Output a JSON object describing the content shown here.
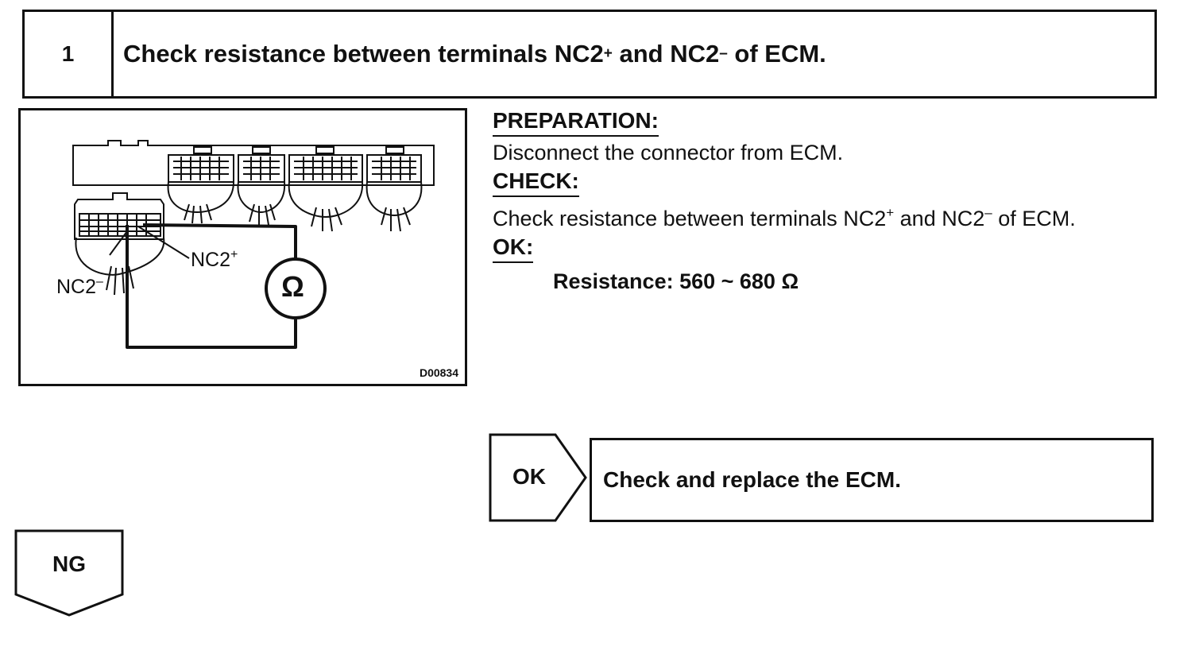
{
  "step": {
    "number": "1",
    "title_part1": "Check resistance between terminals NC2",
    "title_sup_plus": "+",
    "title_part2": " and NC2",
    "title_sup_minus": "–",
    "title_part3": " of ECM."
  },
  "diagram": {
    "label_nc2_plus": "NC2",
    "label_nc2_plus_sup": "+",
    "label_nc2_minus": "NC2",
    "label_nc2_minus_sup": "–",
    "meter_symbol": "Ω",
    "figure_id": "D00834"
  },
  "instructions": {
    "preparation_heading": "PREPARATION:",
    "preparation_text": "Disconnect the connector from ECM.",
    "check_heading": "CHECK:",
    "check_part1": "Check resistance between terminals NC2",
    "check_sup_plus": "+",
    "check_part2": " and NC2",
    "check_sup_minus": "–",
    "check_part3": " of ECM.",
    "ok_heading": "OK:",
    "spec": "Resistance: 560 ~ 680 Ω"
  },
  "result_ok": {
    "flag_label": "OK",
    "action": "Check and replace the ECM."
  },
  "result_ng": {
    "flag_label": "NG"
  }
}
